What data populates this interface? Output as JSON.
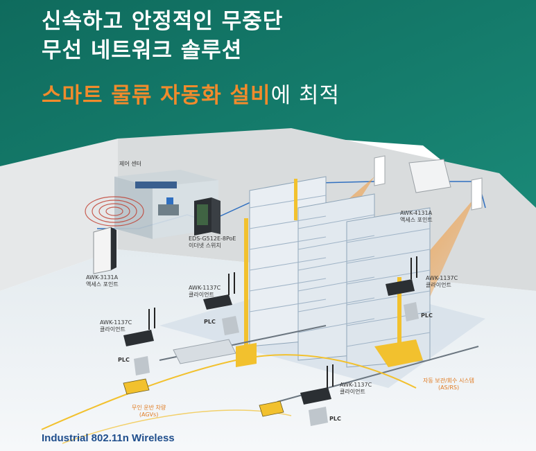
{
  "headline": {
    "line1": "신속하고 안정적인 무중단",
    "line2": "무선 네트워크 솔루션"
  },
  "subline": {
    "highlight": "스마트 물류 자동화 설비",
    "rest": "에 최적"
  },
  "labels": {
    "control_center": "제어 센터",
    "awk3131a_model": "AWK-3131A",
    "awk3131a_role": "액세스 포인트",
    "eds_model": "EDS-G512E-8PoE",
    "eds_role": "이더넷 스위치",
    "awk4131a_model": "AWK-4131A",
    "awk4131a_role": "액세스 포인트",
    "client_a_model": "AWK-1137C",
    "client_a_role": "클라이언트",
    "client_b_model": "AWK-1137C",
    "client_b_role": "클라이언트",
    "client_c_model": "AWK-1137C",
    "client_c_role": "클라이언트",
    "client_d_model": "AWK-1137C",
    "client_d_role": "클라이언트",
    "plc": "PLC",
    "asrs_line1": "자동 보관/회수 시스템",
    "asrs_line2": "(AS/RS)",
    "agv_line1": "무인 운반 차량",
    "agv_line2": "(AGVs)"
  },
  "footer": "Industrial 802.11n Wireless",
  "colors": {
    "teal": "#16806f",
    "teal_dark": "#0e6a5c",
    "accent_orange": "#f18b2c",
    "footer_blue": "#1f4e8c",
    "cable_blue": "#2f6fc0",
    "agv_yellow": "#f2c12e"
  }
}
